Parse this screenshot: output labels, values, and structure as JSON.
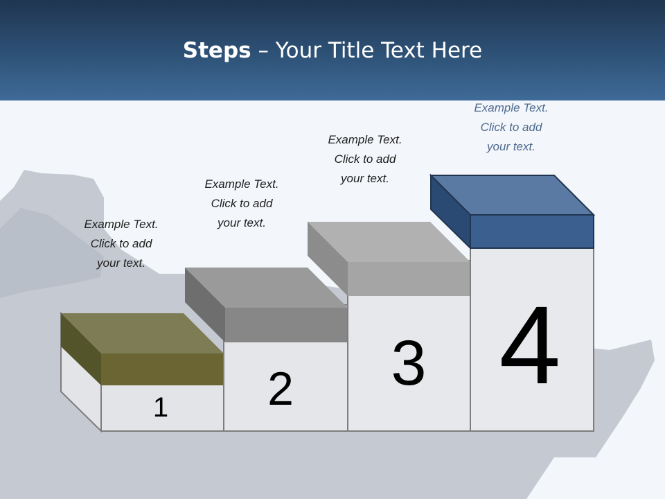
{
  "slide": {
    "title_bold": "Steps",
    "title_rest": " – Your Title Text Here"
  },
  "steps": [
    {
      "number": "1",
      "caption": [
        "Example Text.",
        "Click  to add",
        "your text."
      ],
      "color": "#6f6c3a"
    },
    {
      "number": "2",
      "caption": [
        "Example Text.",
        "Click  to add",
        "your text."
      ],
      "color": "#848484"
    },
    {
      "number": "3",
      "caption": [
        "Example Text.",
        "Click  to add",
        "your text."
      ],
      "color": "#a3a3a3"
    },
    {
      "number": "4",
      "caption": [
        "Example Text.",
        "Click  to add",
        "your text."
      ],
      "color": "#3e6291"
    }
  ],
  "colors": {
    "header_top": "#1f3550",
    "header_bottom": "#3f6b98",
    "background": "#f3f6fa",
    "silhouette": "#c5cad2"
  }
}
